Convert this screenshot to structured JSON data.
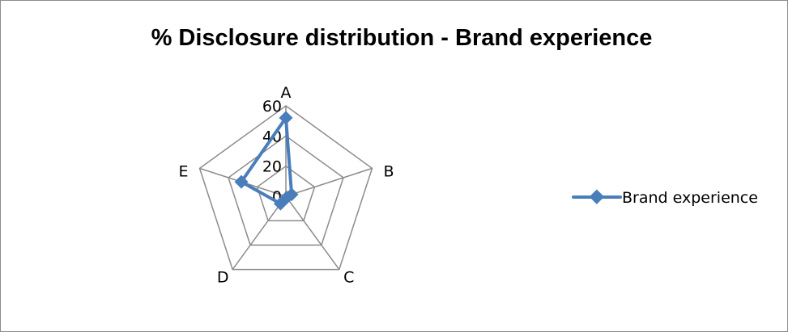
{
  "chart_data": {
    "type": "radar",
    "title": "% Disclosure distribution - Brand experience",
    "categories": [
      "A",
      "B",
      "C",
      "D",
      "E"
    ],
    "series": [
      {
        "name": "Brand experience",
        "values": [
          52,
          4,
          1,
          6,
          31
        ]
      }
    ],
    "rlim": [
      0,
      60
    ],
    "ticks": [
      "0",
      "20",
      "40",
      "60"
    ],
    "grid": true,
    "legend": "right",
    "colors": {
      "series": "#4a7ebb",
      "grid": "#8c8c8c"
    }
  }
}
